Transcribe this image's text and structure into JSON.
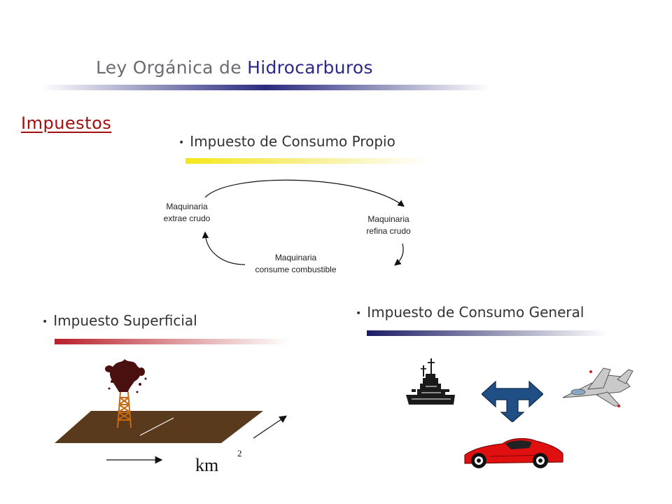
{
  "title": {
    "prefix": "Ley Orgánica de ",
    "accent": "Hidrocarburos"
  },
  "section": "Impuestos",
  "bullets": {
    "propio": "Impuesto de Consumo Propio",
    "superficial": "Impuesto Superficial",
    "general": "Impuesto de Consumo General"
  },
  "cycle": {
    "extrae": [
      "Maquinaria",
      "extrae crudo"
    ],
    "refina": [
      "Maquinaria",
      "refina crudo"
    ],
    "consume": [
      "Maquinaria",
      "consume combustible"
    ]
  },
  "area_unit": {
    "base": "km",
    "exponent": "2"
  },
  "colors": {
    "title_gray": "#6b6b74",
    "title_accent": "#2b2a8c",
    "section_red": "#a01010",
    "bar_yellow": "#f4e81a",
    "bar_red": "#b8202a",
    "bar_navy": "#1c1c66",
    "ground": "#5a3a1c",
    "arrow_blue": "#1f4f84",
    "car_red": "#e01010"
  }
}
